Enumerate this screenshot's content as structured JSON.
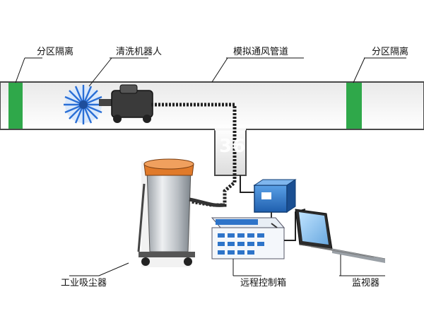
{
  "labels": {
    "partition_left": "分区隔离",
    "robot": "清洗机器人",
    "duct": "模拟通风管道",
    "partition_right": "分区隔离",
    "vacuum": "工业吸尘器",
    "control_box": "远程控制箱",
    "monitor": "监视器"
  },
  "watermark": "36",
  "colors": {
    "duct_fill": "#f4f4f4",
    "duct_stroke": "#4a4a4a",
    "partition": "#2fa84a",
    "brush": "#2a6fd6",
    "cable": "#222222",
    "control_box": "#2e74c9",
    "vacuum_accent": "#e07a2a"
  }
}
